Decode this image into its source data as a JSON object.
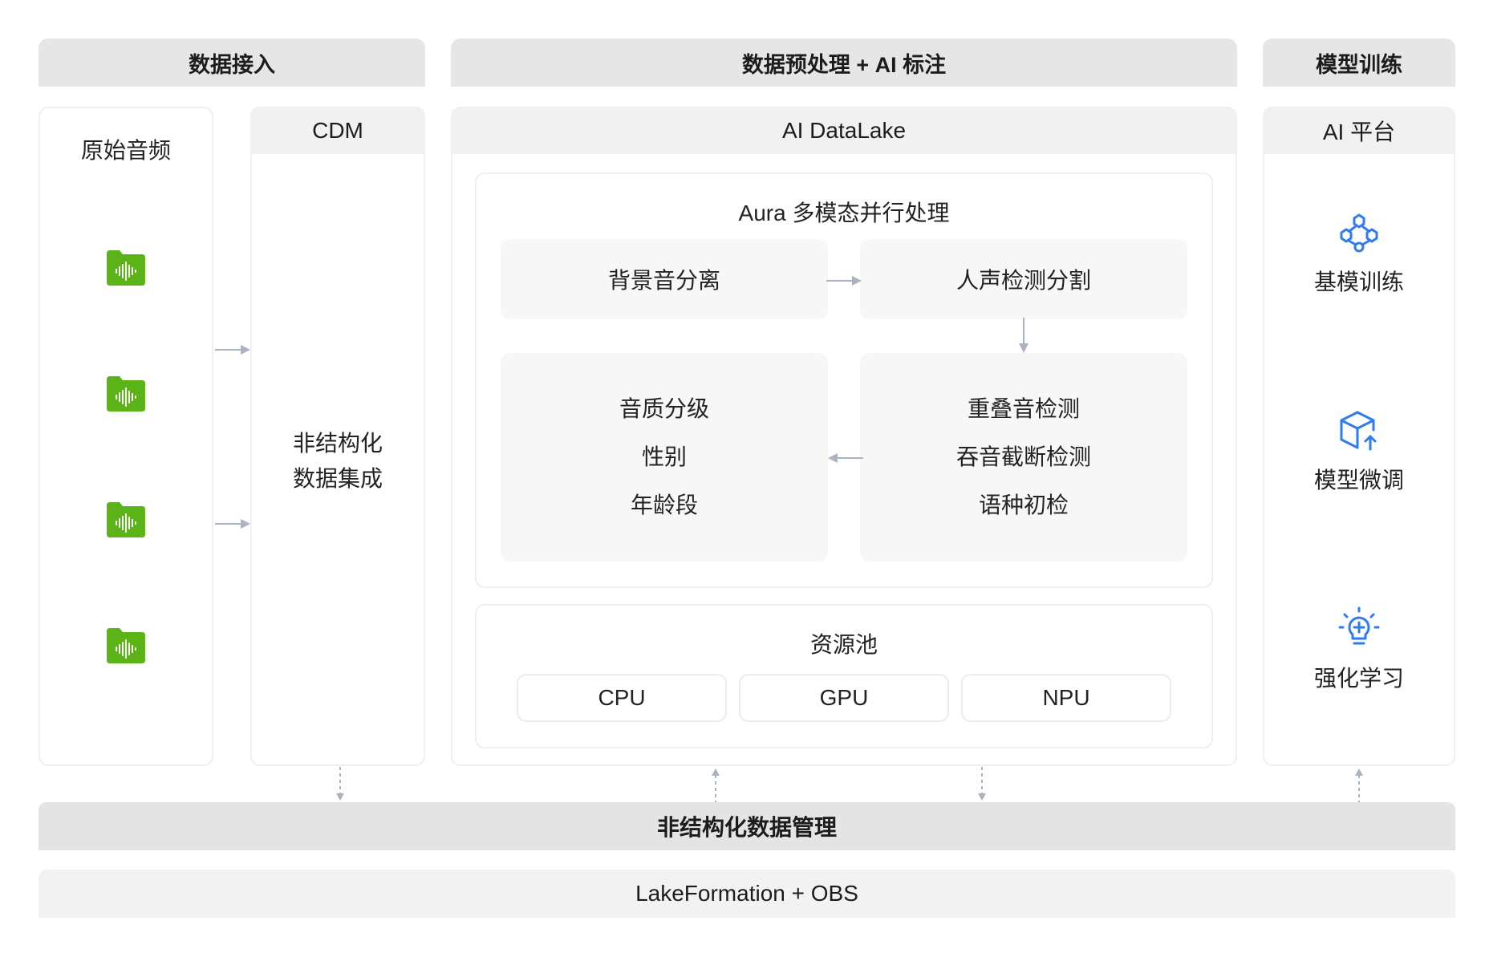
{
  "headers": {
    "ingest": "数据接入",
    "preprocess": "数据预处理 + AI 标注",
    "training": "模型训练"
  },
  "raw_audio": {
    "title": "原始音频",
    "icon": "audio-folder-icon",
    "icon_color": "#5cb318"
  },
  "cdm": {
    "title": "CDM",
    "text_line1": "非结构化",
    "text_line2": "数据集成"
  },
  "datalake": {
    "title": "AI DataLake",
    "aura": {
      "title": "Aura 多模态并行处理",
      "box_bg_sep": "背景音分离",
      "box_voice_seg": "人声检测分割",
      "left_items": [
        "音质分级",
        "性别",
        "年龄段"
      ],
      "right_items": [
        "重叠音检测",
        "吞音截断检测",
        "语种初检"
      ]
    },
    "resources": {
      "title": "资源池",
      "items": [
        "CPU",
        "GPU",
        "NPU"
      ]
    }
  },
  "ai_platform": {
    "title": "AI 平台",
    "items": [
      {
        "label": "基模训练",
        "icon": "network-nodes-icon"
      },
      {
        "label": "模型微调",
        "icon": "cube-upload-icon"
      },
      {
        "label": "强化学习",
        "icon": "lightbulb-icon"
      }
    ],
    "icon_color": "#2f7bf0"
  },
  "bottom": {
    "management": "非结构化数据管理",
    "storage": "LakeFormation + OBS"
  }
}
